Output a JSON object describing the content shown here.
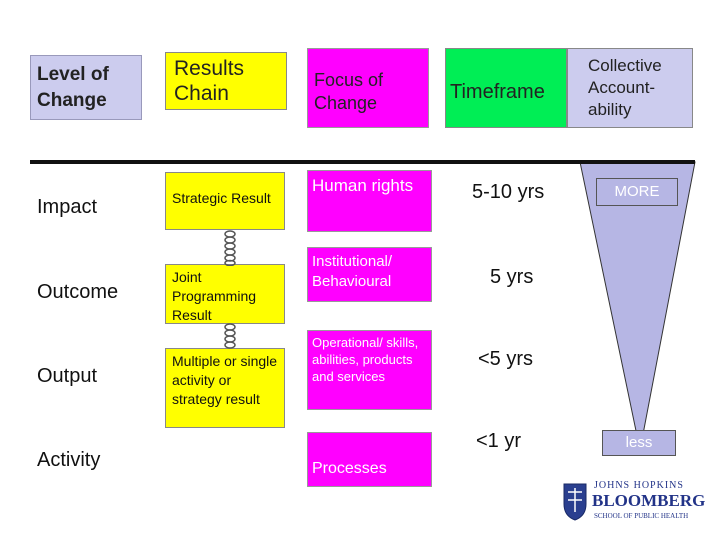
{
  "headers": {
    "level": "Level of Change",
    "chain": "Results Chain",
    "focus": "Focus of Change",
    "timeframe": "Timeframe",
    "accountability": "Collective Account-ability"
  },
  "levels": [
    "Impact",
    "Outcome",
    "Output",
    "Activity"
  ],
  "chain": [
    "Strategic Result",
    "Joint Programming Result",
    "Multiple or single activity or strategy result"
  ],
  "focus": [
    "Human rights",
    "Institutional/ Behavioural",
    "Operational/ skills, abilities, products and services",
    "Processes"
  ],
  "timeframes": [
    "5-10 yrs",
    "5 yrs",
    "<5 yrs",
    "<1 yr"
  ],
  "accountability_tags": {
    "top": "MORE",
    "bottom": "less"
  },
  "logo": {
    "line1": "JOHNS HOPKINS",
    "line2": "BLOOMBERG",
    "line3": "SCHOOL OF PUBLIC HEALTH"
  },
  "colors": {
    "yellow": "#ffff00",
    "magenta": "#ff00ff",
    "green": "#00ee55",
    "lavender": "#ccccee",
    "funnel": "#b6b6e4"
  }
}
